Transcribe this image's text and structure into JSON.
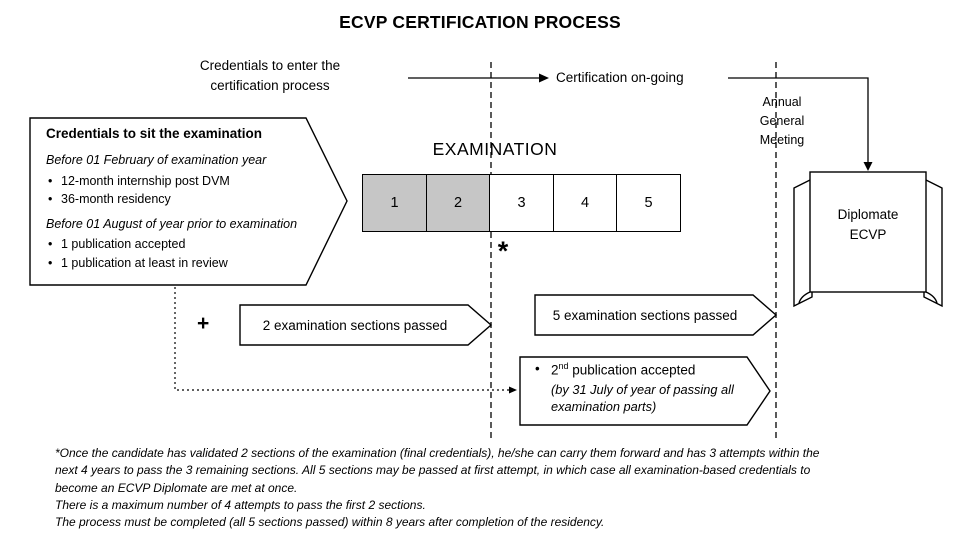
{
  "title": "ECVP CERTIFICATION PROCESS",
  "flow": {
    "enter_label": "Credentials to enter the\ncertification process",
    "ongoing_label": "Certification on-going",
    "agm_label": "Annual\nGeneral\nMeeting"
  },
  "credentials_box": {
    "heading": "Credentials to sit the examination",
    "deadline1": "Before 01 February of examination year",
    "bullets1": [
      "12-month internship post DVM",
      "36-month residency"
    ],
    "deadline2": "Before 01 August of year prior to examination",
    "bullets2": [
      "1 publication accepted",
      "1 publication at least in review"
    ]
  },
  "examination": {
    "label": "EXAMINATION",
    "sections": [
      "1",
      "2",
      "3",
      "4",
      "5"
    ],
    "asterisk": "*",
    "shaded_color": "#c6c6c6"
  },
  "milestones": {
    "plus": "+",
    "two_passed": "2 examination sections passed",
    "five_passed": "5 examination sections passed",
    "second_publication": {
      "num": "2",
      "sup": "nd",
      "rest": " publication accepted",
      "note": "(by 31 July of year of passing all\nexamination parts)"
    }
  },
  "diplomate": {
    "label": "Diplomate\nECVP"
  },
  "footnote": "*Once the candidate has validated 2 sections of the examination (final credentials), he/she can carry them forward and has 3 attempts within the\nnext 4 years to pass the 3 remaining sections. All 5 sections may be passed at first attempt, in which case all examination-based credentials to\nbecome an ECVP Diplomate are met at once.\nThere is a maximum number of 4 attempts to pass the first 2 sections.\nThe process must be completed (all 5 sections passed) within 8 years after completion of the residency."
}
